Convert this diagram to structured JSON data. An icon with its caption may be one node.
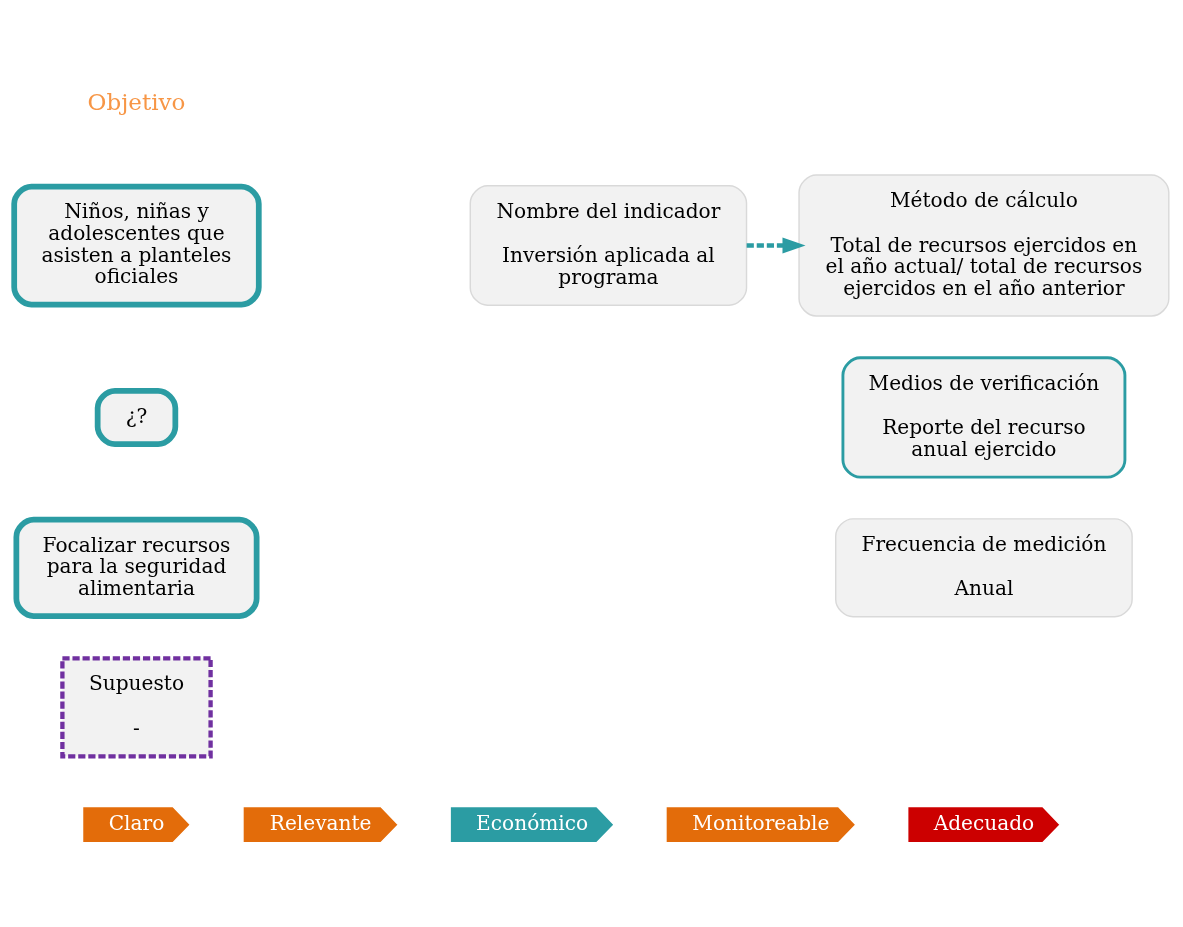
{
  "diagram": {
    "nodes": [
      {
        "text": [
          "Niños, niñas y adolescentes que asisten a planteles oficiales"
        ]
      },
      {
        "text": [
          "¿?"
        ]
      },
      {
        "text": [
          "Focalizar recursos para la seguridad alimentaria"
        ]
      },
      {
        "text": [
          "Nombre del indicador",
          "Inversión aplicada al programa"
        ]
      },
      {
        "text": [
          "Supuesto",
          "-"
        ]
      },
      {
        "text": [
          "Método de cálculo",
          "Total de recursos ejercidos en el año actual/ total de recursos ejercidos en el año anterior"
        ]
      },
      {
        "text": [
          "Medios de verificación",
          "Reporte del recurso anual ejercido"
        ]
      },
      {
        "text": [
          "Frecuencia de medición",
          "Anual"
        ]
      },
      {
        "text": [
          "Claro"
        ]
      },
      {
        "text": [
          "Relevante"
        ]
      },
      {
        "text": [
          "Económico"
        ]
      },
      {
        "text": [
          "Monitoreable"
        ]
      },
      {
        "text": [
          "Adecuado"
        ]
      }
    ],
    "edges": [
      {
        "from": 3,
        "to": 5,
        "arrow": "to",
        "style": "dashed",
        "color": "#2b9ca3"
      }
    ],
    "labels": [
      "Objetivo"
    ]
  }
}
